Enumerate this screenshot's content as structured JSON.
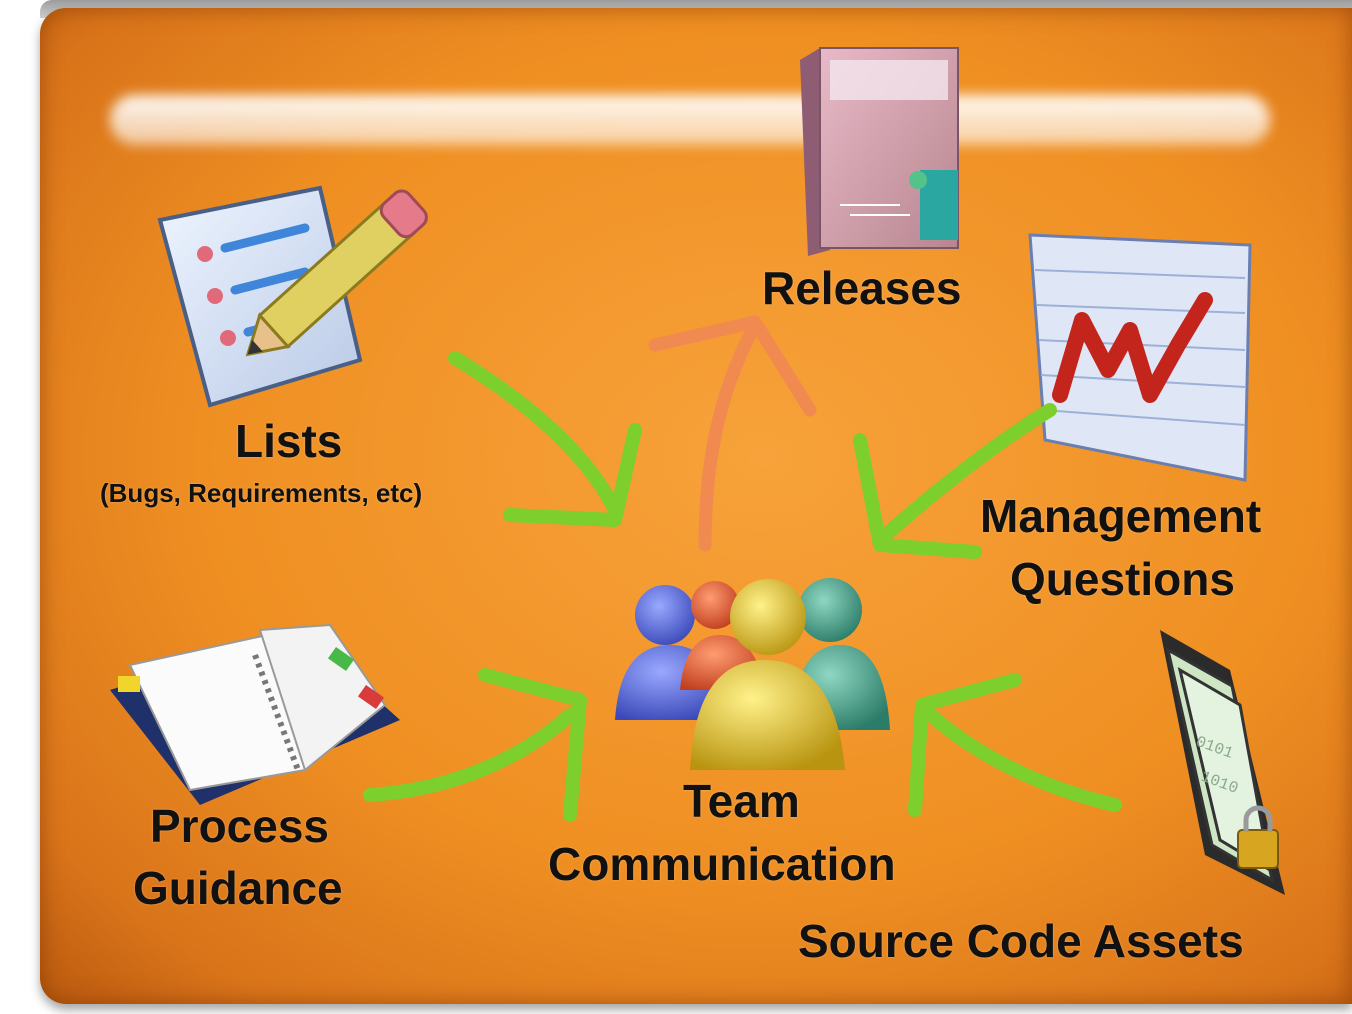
{
  "labels": {
    "releases": "Releases",
    "lists": "Lists",
    "lists_sub": "(Bugs, Requirements, etc)",
    "management_line1": "Management",
    "management_line2": "Questions",
    "process_line1": "Process",
    "process_line2": "Guidance",
    "team_line1": "Team",
    "team_line2": "Communication",
    "source": "Source Code Assets"
  },
  "colors": {
    "inbound_arrow": "#7ccf2c",
    "outbound_arrow": "#f08a50",
    "background": "#f29a2e"
  },
  "icons": {
    "releases": "software-box-icon",
    "lists": "checklist-pencil-icon",
    "management": "line-chart-icon",
    "process": "notebook-icon",
    "team": "people-group-icon",
    "source": "code-files-lock-icon"
  }
}
